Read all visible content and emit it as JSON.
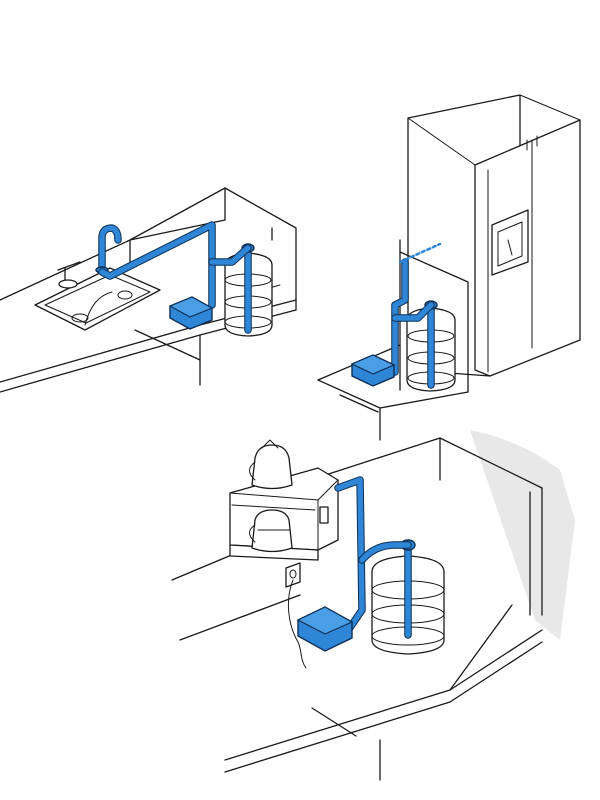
{
  "colors": {
    "pipe": "#2f86d6",
    "pipe_outline": "#0d2f55",
    "line_art": "#1a1a1a",
    "background": "#ffffff"
  },
  "scenes": [
    {
      "setting": "kitchen-sink",
      "components": [
        "faucet",
        "sink",
        "counter",
        "cabinet",
        "pump",
        "water-bottle",
        "pipe"
      ]
    },
    {
      "setting": "refrigerator",
      "components": [
        "refrigerator",
        "ice-water-dispenser",
        "cabinet",
        "pump",
        "water-bottle",
        "pipe"
      ]
    },
    {
      "setting": "coffee-maker",
      "components": [
        "coffee-maker",
        "coffee-pot",
        "wall-outlet",
        "power-cord",
        "cabinet",
        "pump",
        "water-bottle",
        "pipe"
      ]
    }
  ]
}
